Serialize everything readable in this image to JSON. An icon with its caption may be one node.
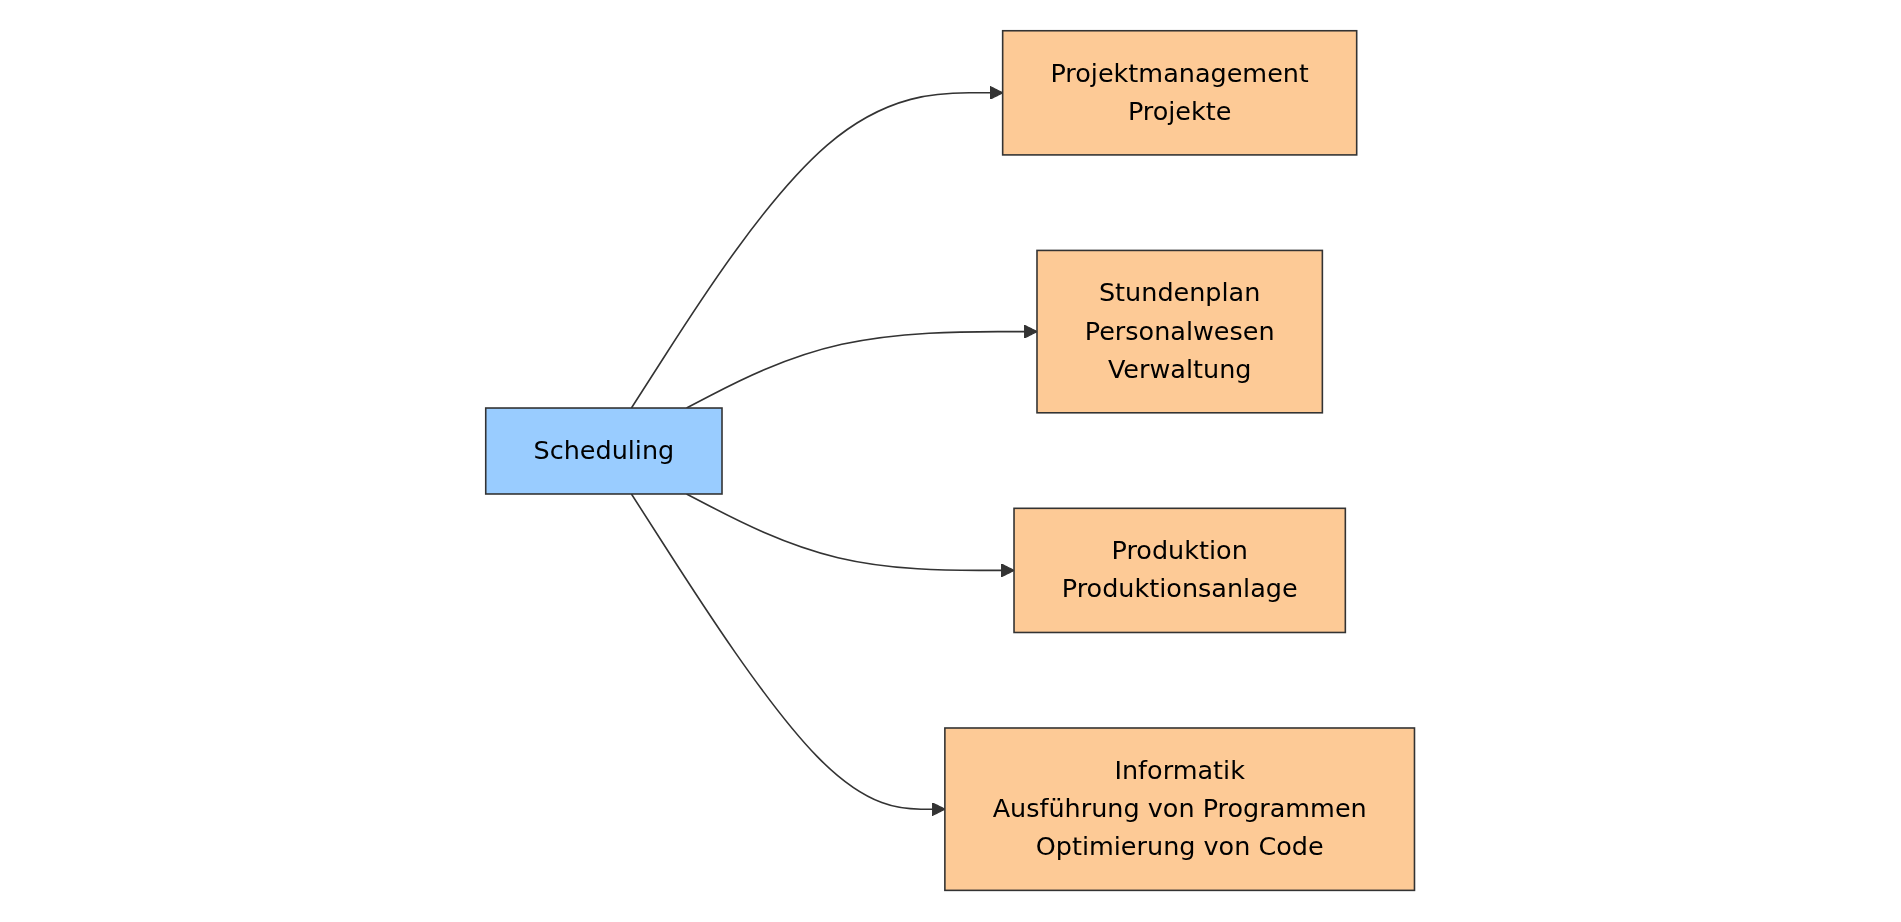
{
  "diagram": {
    "nodes": [
      {
        "text": [
          "Projektmanagement",
          "Projekte"
        ]
      },
      {
        "text": [
          "Stundenplan",
          "Personalwesen",
          "Verwaltung"
        ]
      },
      {
        "text": [
          "Scheduling"
        ]
      },
      {
        "text": [
          "Produktion",
          "Produktionsanlage"
        ]
      },
      {
        "text": [
          "Informatik",
          "Ausführung von Programmen",
          "Optimierung von Code"
        ]
      }
    ],
    "edges": [
      {
        "from": 2,
        "to": 0,
        "arrow": "to"
      },
      {
        "from": 2,
        "to": 1,
        "arrow": "to"
      },
      {
        "from": 2,
        "to": 3,
        "arrow": "to"
      },
      {
        "from": 2,
        "to": 4,
        "arrow": "to"
      }
    ]
  }
}
